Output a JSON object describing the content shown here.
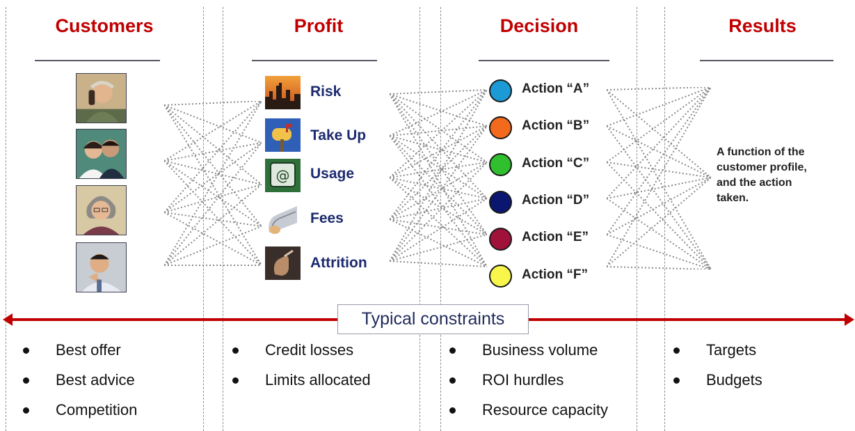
{
  "columns": [
    {
      "title": "Customers"
    },
    {
      "title": "Profit"
    },
    {
      "title": "Decision"
    },
    {
      "title": "Results"
    }
  ],
  "customers": {
    "photos": [
      "man-on-phone-photo",
      "couple-photo",
      "older-woman-photo",
      "thinking-man-photo"
    ]
  },
  "profit": {
    "items": [
      {
        "label": "Risk",
        "icon": "skyline-icon"
      },
      {
        "label": "Take Up",
        "icon": "mailbox-icon"
      },
      {
        "label": "Usage",
        "icon": "at-sign-icon"
      },
      {
        "label": "Fees",
        "icon": "paper-icon"
      },
      {
        "label": "Attrition",
        "icon": "hand-icon"
      }
    ]
  },
  "decision": {
    "actions": [
      {
        "label": "Action “A”",
        "color": "#1b9ad6"
      },
      {
        "label": "Action “B”",
        "color": "#f36a1d"
      },
      {
        "label": "Action “C”",
        "color": "#2fbf2f"
      },
      {
        "label": "Action “D”",
        "color": "#0b1670"
      },
      {
        "label": "Action “E”",
        "color": "#a0123a"
      },
      {
        "label": "Action “F”",
        "color": "#f8f54b"
      }
    ]
  },
  "results": {
    "lines": [
      "A function of the",
      "customer profile,",
      "and the action",
      "taken."
    ]
  },
  "constraints": {
    "label": "Typical constraints",
    "color": "#c00000",
    "customers": [
      "Best offer",
      "Best advice",
      "Competition"
    ],
    "profit": [
      "Credit losses",
      "Limits allocated"
    ],
    "decision": [
      "Business volume",
      "ROI hurdles",
      "Resource capacity"
    ],
    "results": [
      "Targets",
      "Budgets"
    ]
  }
}
